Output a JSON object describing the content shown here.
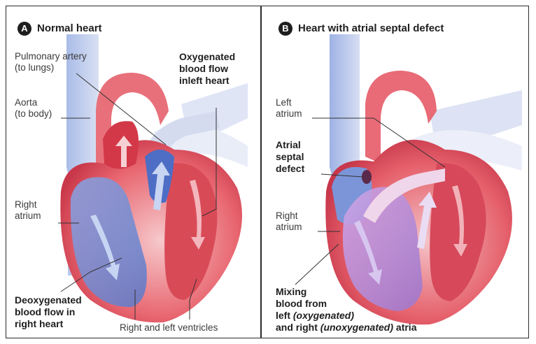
{
  "panel_a": {
    "badge": "A",
    "title": "Normal heart",
    "labels": {
      "pulmonary_artery": [
        "Pulmonary artery",
        "(to lungs)"
      ],
      "aorta": [
        "Aorta",
        "(to body)"
      ],
      "right_atrium": [
        "Right",
        "atrium"
      ],
      "oxygenated": [
        "Oxygenated",
        "blood flow",
        "inleft heart"
      ],
      "deoxygenated": [
        "Deoxygenated",
        "blood flow in",
        "right heart"
      ],
      "ventricles": "Right and left ventricles"
    }
  },
  "panel_b": {
    "badge": "B",
    "title": "Heart with atrial septal defect",
    "labels": {
      "left_atrium": [
        "Left",
        "atrium"
      ],
      "asd": [
        "Atrial",
        "septal",
        "defect"
      ],
      "right_atrium": [
        "Right",
        "atrium"
      ],
      "mixing": {
        "line1": "Mixing",
        "line2": "blood from",
        "line3_a": "left ",
        "line3_b": "(oxygenated)",
        "line4_a": "and right ",
        "line4_b": "(unoxygenated)",
        "line4_c": " atria"
      }
    }
  },
  "colors": {
    "oxygenated_red": "#e0505a",
    "deoxygenated_blue": "#6f8fd6",
    "mixed_purple": "#b58ad6",
    "vessel_light": "#c9d3ec"
  }
}
